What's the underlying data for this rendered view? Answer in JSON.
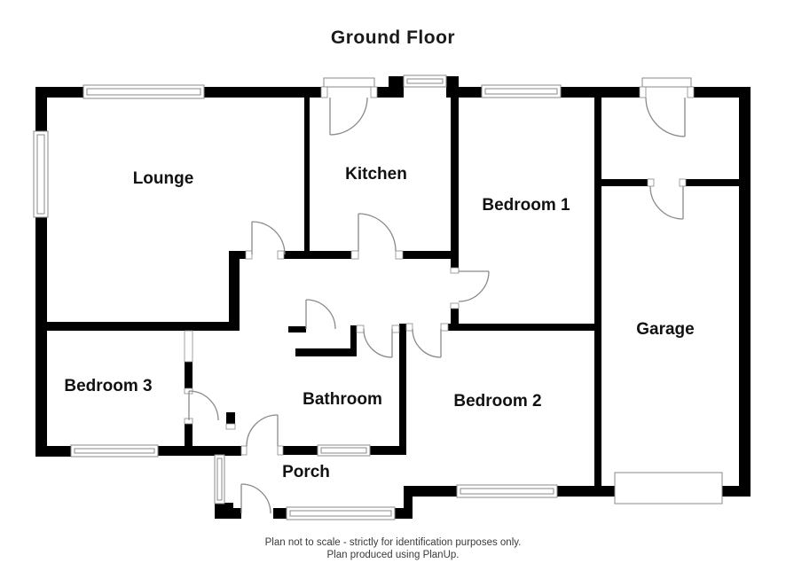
{
  "title": "Ground Floor",
  "rooms": [
    {
      "label": "Lounge"
    },
    {
      "label": "Kitchen"
    },
    {
      "label": "Bedroom 1"
    },
    {
      "label": "Garage"
    },
    {
      "label": "Bedroom 3"
    },
    {
      "label": "Bathroom"
    },
    {
      "label": "Bedroom 2"
    },
    {
      "label": "Porch"
    }
  ],
  "footer": {
    "line1": "Plan not to scale - strictly for identification purposes only.",
    "line2": "Plan produced using PlanUp."
  },
  "colors": {
    "wall": "#000000",
    "detail_line": "#8a8a8a",
    "label_text": "#111111",
    "background": "#ffffff"
  }
}
